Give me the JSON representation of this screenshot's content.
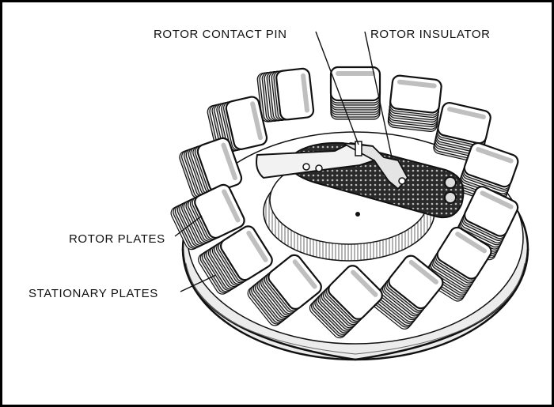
{
  "labels": {
    "rotor_contact_pin": "ROTOR CONTACT PIN",
    "rotor_insulator": "ROTOR INSULATOR",
    "rotor_plates": "ROTOR PLATES",
    "stationary_plates": "STATIONARY PLATES"
  },
  "colors": {
    "ink": "#111111",
    "paper": "#ffffff",
    "shade": "#9a9a9a",
    "light_shade": "#d6d6d6"
  },
  "diagram": {
    "plate_count": 14
  }
}
